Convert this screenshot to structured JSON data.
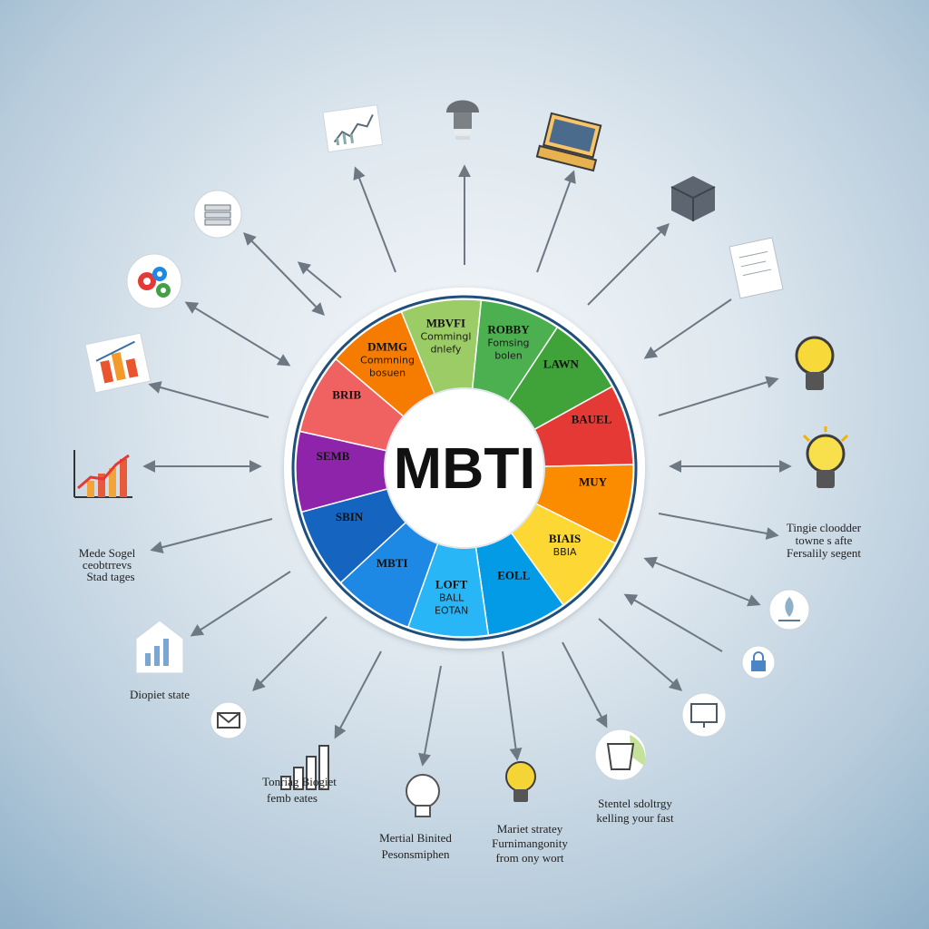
{
  "center": {
    "title": "MBTI"
  },
  "segments": [
    {
      "color": "#9ccc65",
      "lines": [
        "MBVFI",
        "Commingl",
        "dnlefy"
      ]
    },
    {
      "color": "#4caf50",
      "lines": [
        "ROBBY",
        "Fomsing",
        "bolen"
      ]
    },
    {
      "color": "#3fa33a",
      "lines": [
        "LAWN",
        "",
        ""
      ]
    },
    {
      "color": "#e53935",
      "lines": [
        "BAUEL",
        "",
        ""
      ]
    },
    {
      "color": "#fb8c00",
      "lines": [
        "MUY",
        "",
        ""
      ]
    },
    {
      "color": "#fdd835",
      "lines": [
        "BIAIS",
        "BBIA",
        ""
      ]
    },
    {
      "color": "#039be5",
      "lines": [
        "EOLL",
        "",
        ""
      ]
    },
    {
      "color": "#29b6f6",
      "lines": [
        "LOFT",
        "BALL",
        "EOTAN"
      ]
    },
    {
      "color": "#1e88e5",
      "lines": [
        "MBTI",
        "",
        ""
      ]
    },
    {
      "color": "#1565c0",
      "lines": [
        "SBIN",
        "",
        ""
      ]
    },
    {
      "color": "#8e24aa",
      "lines": [
        "SEMB",
        "",
        ""
      ]
    },
    {
      "color": "#f06262",
      "lines": [
        "BRIB",
        "",
        ""
      ]
    },
    {
      "color": "#f57c00",
      "lines": [
        "DMMG",
        "Commning",
        "bosuen"
      ]
    }
  ],
  "labels": {
    "right_mid": [
      "Tingie cloodder",
      "towne s afte",
      "Fersalily segent"
    ],
    "left_mid": [
      "Mede Sogel",
      "ceobtrrevs",
      "Stad tages"
    ],
    "left_low": [
      "Diopiet state"
    ],
    "bottom_left": [
      "Tonriag Biogiet",
      "femb eates"
    ],
    "bottom_center_left": [
      "Mertial Binited",
      "Pesonsmiphen"
    ],
    "bottom_center": [
      "Mariet stratey",
      "Furnimangonity",
      "from ony wort"
    ],
    "bottom_right": [
      "Stentel sdoltrgy",
      "kelling your fast"
    ]
  },
  "icons": [
    {
      "name": "line-chart-card-icon"
    },
    {
      "name": "bulb-cap-icon"
    },
    {
      "name": "laptop-icon"
    },
    {
      "name": "server-cube-icon"
    },
    {
      "name": "document-icon"
    },
    {
      "name": "lightbulb-icon"
    },
    {
      "name": "lightbulb-glow-icon"
    },
    {
      "name": "idea-badge-icon"
    },
    {
      "name": "lock-icon"
    },
    {
      "name": "monitor-icon"
    },
    {
      "name": "cup-icon"
    },
    {
      "name": "lightbulb-small-icon"
    },
    {
      "name": "lightbulb-outline-icon"
    },
    {
      "name": "bar-chart-icon"
    },
    {
      "name": "mail-icon"
    },
    {
      "name": "house-chart-icon"
    },
    {
      "name": "growth-chart-icon"
    },
    {
      "name": "bar-chart-card-icon"
    },
    {
      "name": "gears-icon"
    },
    {
      "name": "stack-icon"
    }
  ]
}
